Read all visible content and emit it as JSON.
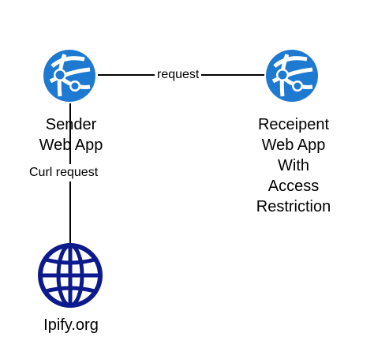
{
  "nodes": {
    "sender": {
      "icon": "azure-web-app-icon",
      "lines": [
        "Sender",
        "Web App"
      ]
    },
    "recipient": {
      "icon": "azure-web-app-icon",
      "lines": [
        "Receipent",
        "Web App",
        "With",
        "Access",
        "Restriction"
      ]
    },
    "ipify": {
      "icon": "globe-icon",
      "lines": [
        "Ipify.org"
      ]
    }
  },
  "edges": {
    "sender_to_recipient": {
      "label": "request"
    },
    "sender_to_ipify": {
      "label": "Curl request"
    }
  },
  "colors": {
    "web_app_blue": "#1E7AD1",
    "globe_navy": "#0D1A8C",
    "connector": "#000000"
  }
}
